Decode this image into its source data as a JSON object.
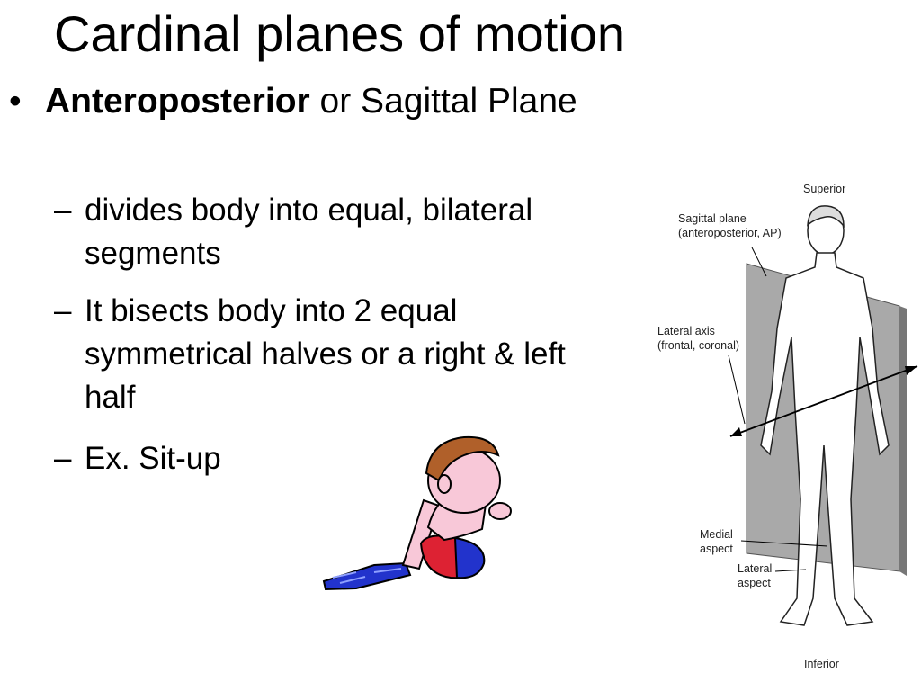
{
  "slide": {
    "title": "Cardinal planes of motion",
    "main_bullet": {
      "bold_text": "Anteroposterior",
      "rest_text": " or Sagittal Plane"
    },
    "sub_bullets": [
      "divides body into equal, bilateral segments",
      "It bisects body into 2 equal symmetrical halves or a right & left half",
      "Ex. Sit-up"
    ]
  },
  "figure": {
    "superior": "Superior",
    "sagittal_line1": "Sagittal plane",
    "sagittal_line2": "(anteroposterior, AP)",
    "lateral_axis_line1": "Lateral axis",
    "lateral_axis_line2": "(frontal, coronal)",
    "medial_line1": "Medial",
    "medial_line2": "aspect",
    "lateral_line1": "Lateral",
    "lateral_line2": "aspect",
    "inferior": "Inferior"
  }
}
